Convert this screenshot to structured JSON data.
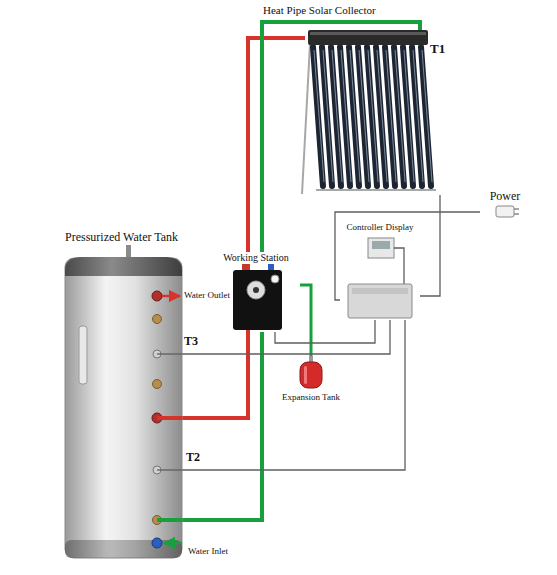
{
  "diagram": {
    "nodes": [
      {
        "text": [
          "Heat Pipe Solar Collector",
          "T1"
        ]
      },
      {
        "text": [
          "Power"
        ]
      },
      {
        "text": [
          "Controller Display"
        ]
      },
      {
        "text": [
          "Pressurized Water Tank"
        ]
      },
      {
        "text": [
          "Working Station"
        ]
      },
      {
        "text": [
          "Expansion Tank"
        ]
      }
    ],
    "edges": [
      {
        "from": 0,
        "to": 3,
        "arrow": "none"
      },
      {
        "from": 3,
        "to": 4,
        "arrow": "none"
      },
      {
        "from": 4,
        "to": 0,
        "arrow": "none"
      },
      {
        "from": 4,
        "to": 5,
        "arrow": "none"
      },
      {
        "from": 1,
        "to": 2,
        "arrow": "none"
      },
      {
        "from": 2,
        "to": 0,
        "arrow": "none"
      },
      {
        "from": 2,
        "to": 3,
        "arrow": "none"
      },
      {
        "from": 2,
        "to": 3,
        "arrow": "none"
      },
      {
        "from": 2,
        "to": 4,
        "arrow": "none"
      }
    ],
    "labels": [
      "Water Outlet",
      "T3",
      "T2",
      "Water Inlet"
    ]
  }
}
